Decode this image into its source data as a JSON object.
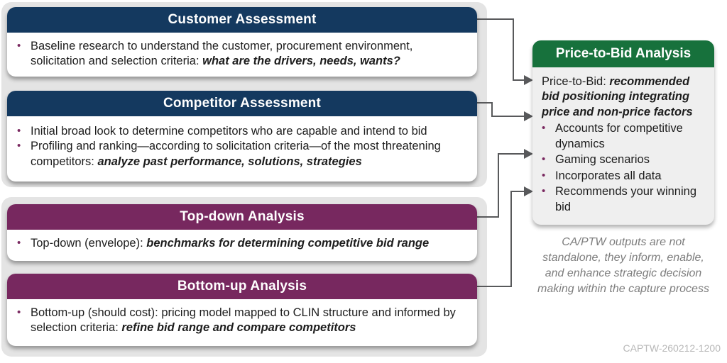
{
  "palette": {
    "navy": "#14395f",
    "purple": "#77285f",
    "green": "#17713c",
    "bullet_dot": "#7a2960",
    "connector_line": "#58595b",
    "group_bg": "#e4e4e4",
    "ptb_body_bg": "#efefef"
  },
  "boxes": [
    {
      "title": "Customer Assessment",
      "bullets": [
        {
          "text": "Baseline research to understand the customer, procurement environment, solicitation and selection criteria: ",
          "em": "what are the drivers, needs, wants?"
        }
      ]
    },
    {
      "title": "Competitor Assessment",
      "bullets": [
        {
          "text": "Initial broad look to determine competitors who are capable and intend to bid",
          "em": ""
        },
        {
          "text": "Profiling and ranking—according to solicitation criteria—of the most threatening competitors: ",
          "em": "analyze past performance, solutions, strategies"
        }
      ]
    },
    {
      "title": "Top-down Analysis",
      "bullets": [
        {
          "text": "Top-down (envelope): ",
          "em": "benchmarks for determining competitive bid range"
        }
      ]
    },
    {
      "title": "Bottom-up Analysis",
      "bullets": [
        {
          "text": "Bottom-up (should cost): pricing model mapped to CLIN structure and informed by selection criteria: ",
          "em": "refine bid range and compare competitors"
        }
      ]
    }
  ],
  "price_to_bid": {
    "title": "Price-to-Bid Analysis",
    "intro_text": "Price-to-Bid: ",
    "intro_em": "recommended bid positioning integrating price and non-price factors",
    "bullets": [
      "Accounts for competitive dynamics",
      "Gaming scenarios",
      "Incorporates all data",
      "Recommends your winning bid"
    ]
  },
  "note": "CA/PTW outputs are not standalone, they inform, enable, and enhance strategic decision making within the capture process",
  "watermark": "CAPTW-260212-1200",
  "bullet_glyph": "•"
}
